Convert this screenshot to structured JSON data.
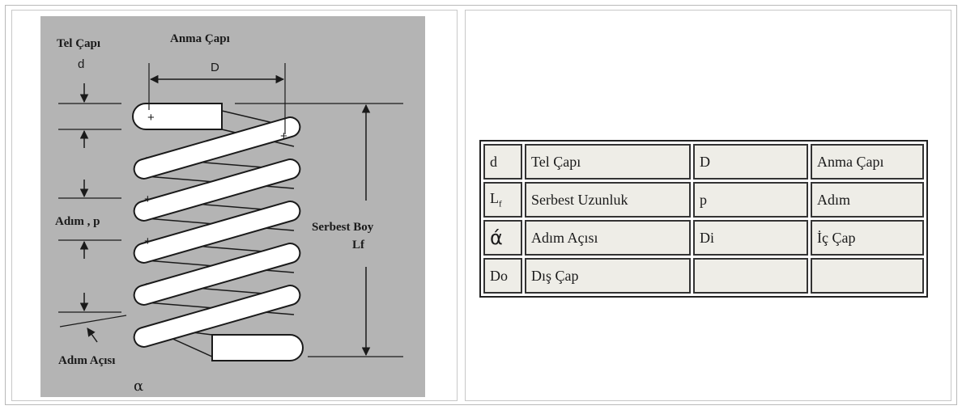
{
  "diagram": {
    "labels": {
      "wire_diameter": "Tel Çapı",
      "wire_symbol": "d",
      "mean_diameter": "Anma Çapı",
      "mean_symbol": "D",
      "pitch": "Adım , p",
      "free_length_line1": "Serbest Boy",
      "free_length_line2": "Lf",
      "pitch_angle": "Adım Açısı",
      "alpha": "α"
    },
    "colors": {
      "background": "#b4b4b4",
      "coil": "#ffffff",
      "stroke": "#1a1a1a"
    }
  },
  "table": {
    "rows": [
      [
        "d",
        "Tel Çapı",
        "D",
        "Anma Çapı"
      ],
      [
        "L",
        "Serbest Uzunluk",
        "p",
        "Adım"
      ],
      [
        "ά",
        "Adım Açısı",
        "Di",
        "İç Çap"
      ],
      [
        "Do",
        "Dış Çap",
        "",
        ""
      ]
    ],
    "row2_subscript": "f"
  }
}
